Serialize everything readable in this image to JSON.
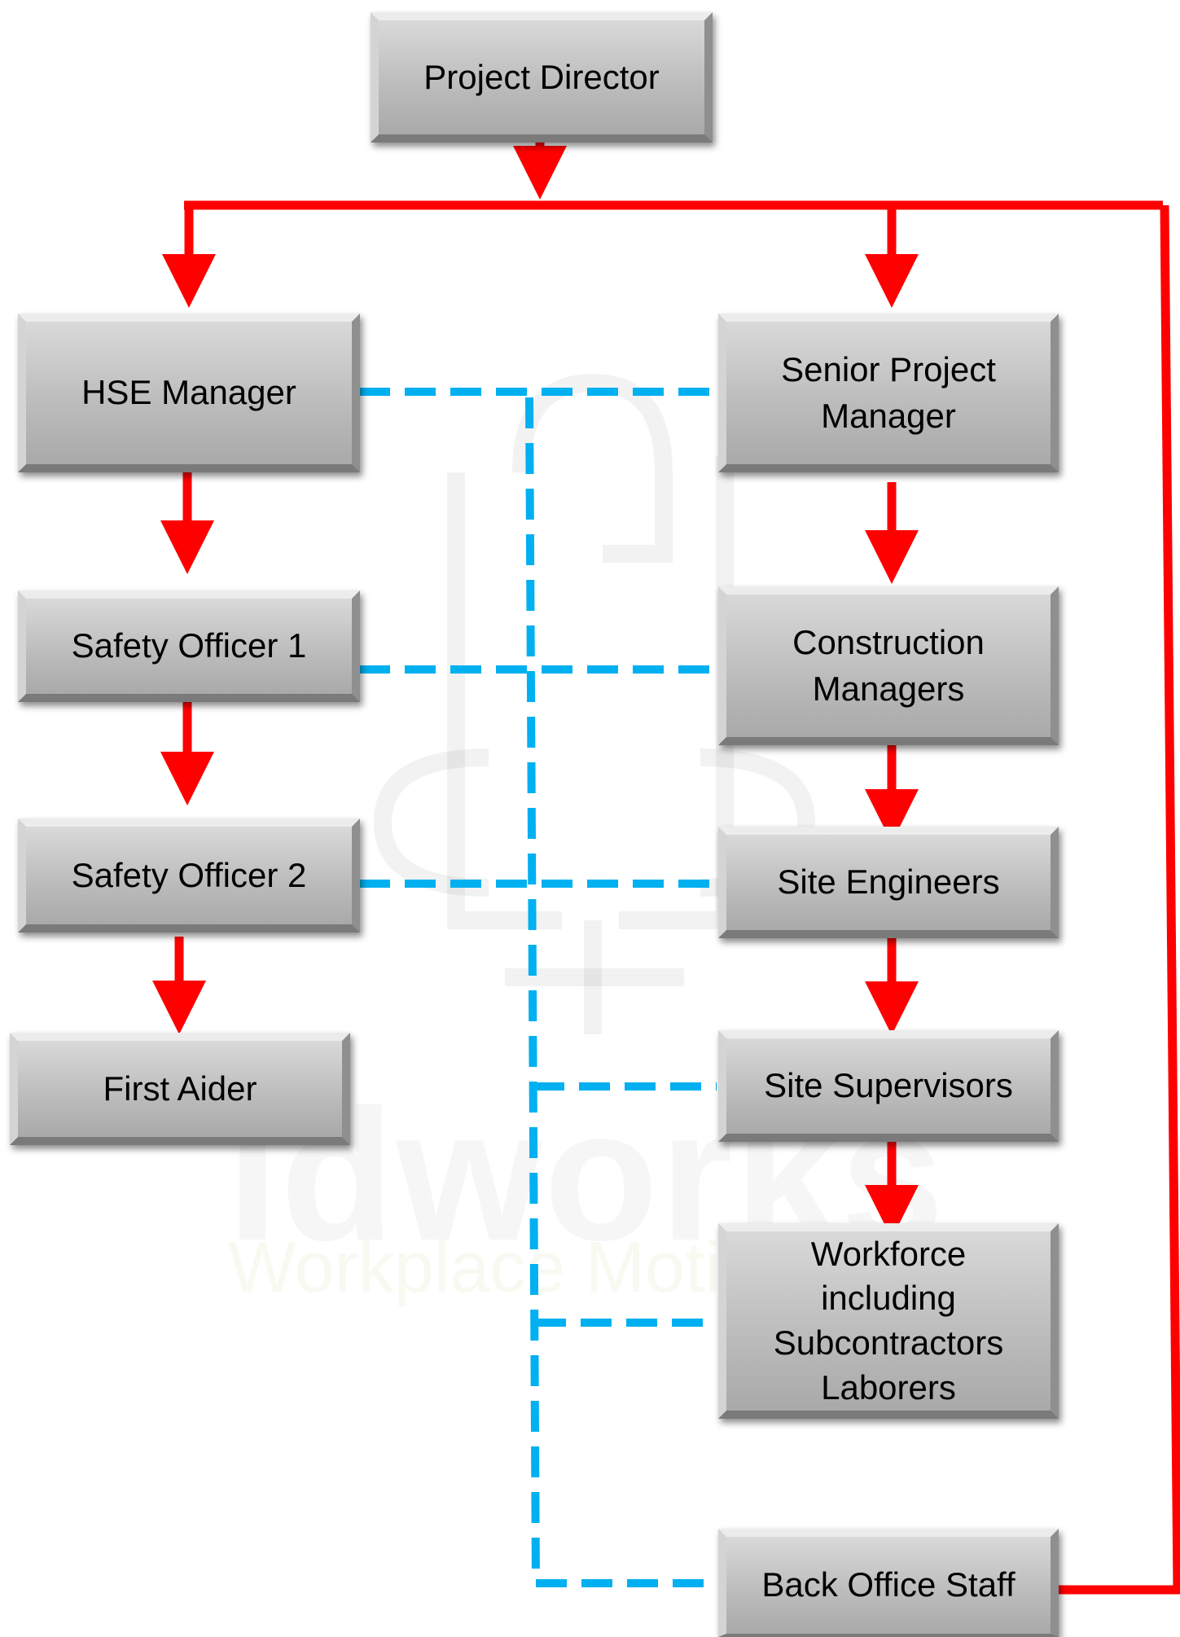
{
  "watermark": {
    "main": "idworks",
    "sub": "Workplace Motivation"
  },
  "nodes": {
    "project_director": "Project Director",
    "hse_manager": "HSE Manager",
    "safety_officer_1": "Safety Officer 1",
    "safety_officer_2": "Safety Officer 2",
    "first_aider": "First Aider",
    "senior_pm_line1": "Senior Project",
    "senior_pm_line2": "Manager",
    "construction_line1": "Construction",
    "construction_line2": "Managers",
    "site_engineers": "Site Engineers",
    "site_supervisors": "Site Supervisors",
    "workforce_line1": "Workforce",
    "workforce_line2": "including",
    "workforce_line3": "Subcontractors",
    "workforce_line4": "Laborers",
    "back_office": "Back Office Staff"
  },
  "colors": {
    "reporting_line": "#ff0000",
    "coordination_line": "#00b0f0",
    "box": "#bdbdbd"
  }
}
